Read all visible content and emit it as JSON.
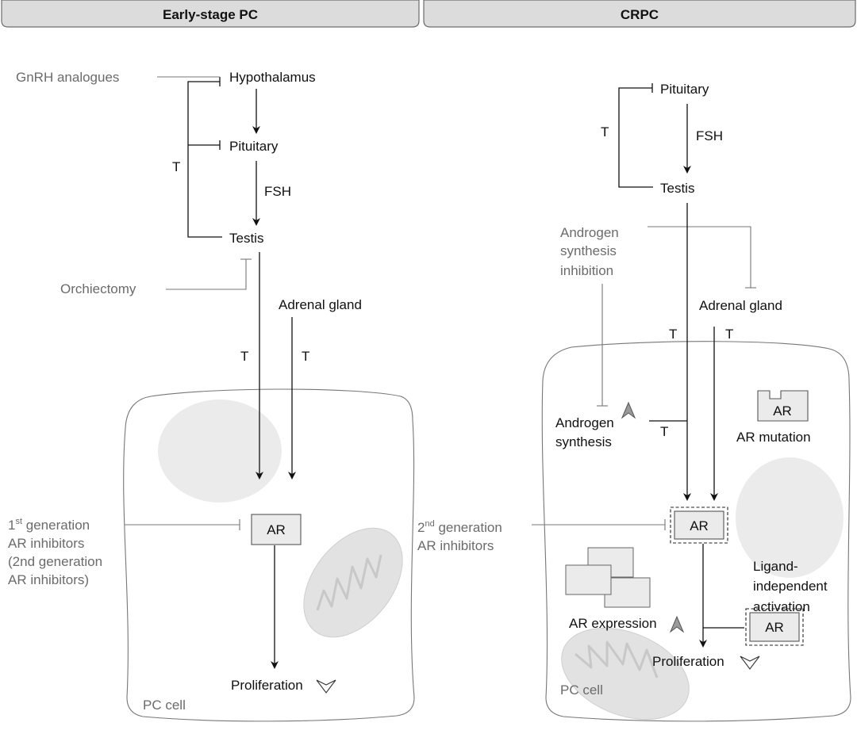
{
  "left_panel": {
    "header": "Early-stage PC",
    "gnrh": "GnRH analogues",
    "hypothalamus": "Hypothalamus",
    "pituitary": "Pituitary",
    "fsh": "FSH",
    "t_loop": "T",
    "testis": "Testis",
    "orchiectomy": "Orchiectomy",
    "adrenal": "Adrenal gland",
    "t_testis": "T",
    "t_adrenal": "T",
    "ar": "AR",
    "inhib_line1_pre": "1",
    "inhib_line1_sup": "st",
    "inhib_line1_post": " generation",
    "inhib_line2": "AR inhibitors",
    "inhib_line3": "(2nd generation",
    "inhib_line4": "AR inhibitors)",
    "proliferation": "Proliferation",
    "cell_label": "PC cell"
  },
  "right_panel": {
    "header": "CRPC",
    "pituitary": "Pituitary",
    "fsh": "FSH",
    "t_loop": "T",
    "testis": "Testis",
    "asi_line1": "Androgen",
    "asi_line2": "synthesis",
    "asi_line3": "inhibition",
    "adrenal": "Adrenal gland",
    "t_left": "T",
    "t_right": "T",
    "as_line1": "Androgen",
    "as_line2": "synthesis",
    "t_synth": "T",
    "ar_mut_box": "AR",
    "ar_mutation": "AR mutation",
    "ar_main": "AR",
    "inhib_line1_pre": "2",
    "inhib_line1_sup": "nd",
    "inhib_line1_post": " generation",
    "inhib_line2": "AR inhibitors",
    "ligand_line1": "Ligand-",
    "ligand_line2": "independent",
    "ligand_line3": "activation",
    "ar_expression": "AR expression",
    "ar_ligand_box": "AR",
    "proliferation": "Proliferation",
    "cell_label": "PC cell"
  },
  "colors": {
    "drug_text": "#6b6b6b",
    "header_fill": "#dcdcdc",
    "box_fill": "#ebebeb"
  }
}
